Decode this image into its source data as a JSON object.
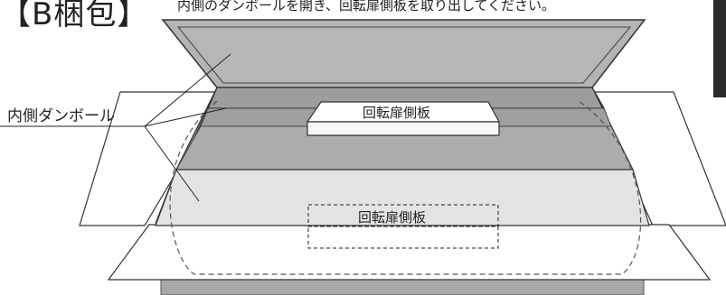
{
  "heading": "【B梱包】",
  "instruction": "内側のダンボールを開き、回転扉側板を取り出してください。",
  "labels": {
    "inner_cardboard": "内側ダンボール",
    "panel_top": "回転扉側板",
    "panel_bottom": "回転扉側板"
  },
  "colors": {
    "flap_gray": "#b4b4b4",
    "wall_gray": "#9d9d9d",
    "bottom_light": "#e3e3e3",
    "outline": "#3a3a3a",
    "side_tab": "#2b2b2b"
  }
}
